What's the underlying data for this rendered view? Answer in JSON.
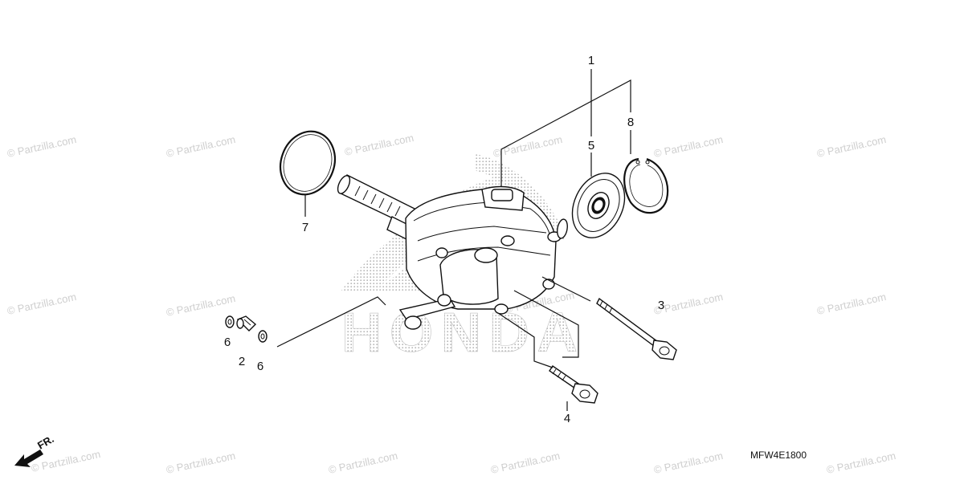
{
  "diagram": {
    "callouts": [
      {
        "id": "1",
        "label": "1"
      },
      {
        "id": "2",
        "label": "2"
      },
      {
        "id": "3",
        "label": "3"
      },
      {
        "id": "4",
        "label": "4"
      },
      {
        "id": "5",
        "label": "5"
      },
      {
        "id": "6a",
        "label": "6"
      },
      {
        "id": "6b",
        "label": "6"
      },
      {
        "id": "7",
        "label": "7"
      },
      {
        "id": "8",
        "label": "8"
      }
    ],
    "diagram_code": "MFW4E1800",
    "direction_label": "FR.",
    "watermark_text": "© Partzilla.com",
    "logo_text": "HONDA",
    "colors": {
      "ink": "#111111",
      "watermark": "#cfcfcf",
      "logo_screen": "#bdbdbd",
      "background": "#ffffff"
    }
  }
}
